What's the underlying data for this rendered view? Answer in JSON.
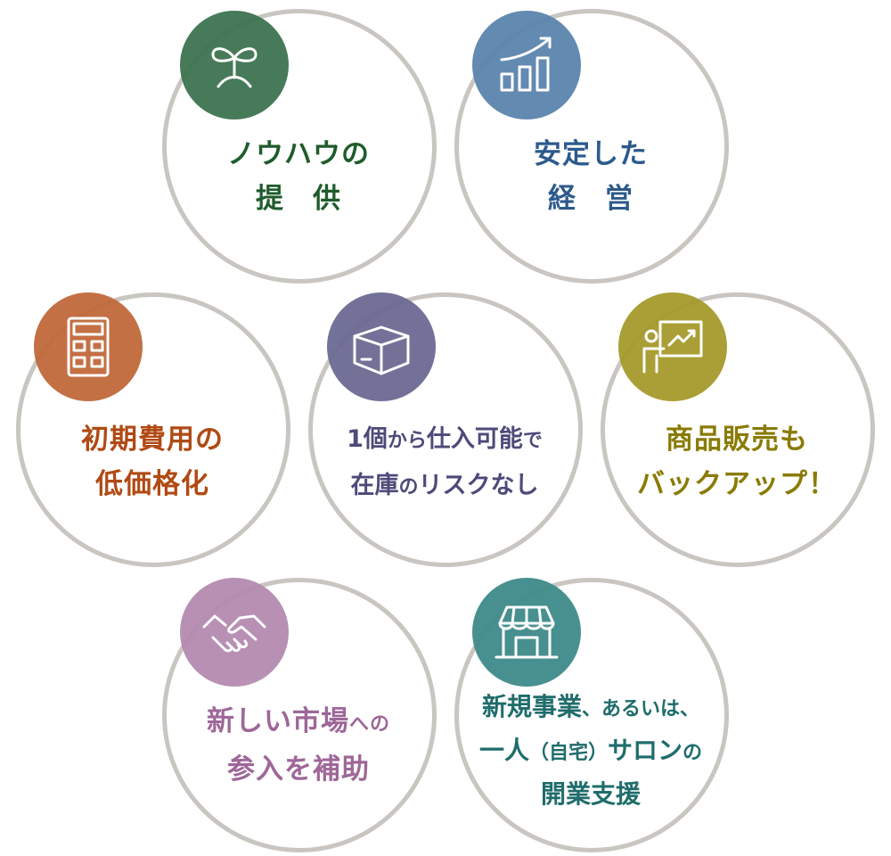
{
  "ring_color": "#c9c5c1",
  "items": [
    {
      "icon": "sprout-icon",
      "color": "#3d7350",
      "text_color": "#1f5c2c",
      "lines": [
        "ノウハウの",
        "提　供"
      ]
    },
    {
      "icon": "growth-chart-icon",
      "color": "#5b84ad",
      "text_color": "#2d5a8c",
      "lines": [
        "安定した",
        "経　営"
      ]
    },
    {
      "icon": "calculator-icon",
      "color": "#c0693a",
      "text_color": "#b04a14",
      "lines": [
        "初期費用の",
        "低価格化"
      ]
    },
    {
      "icon": "box-icon",
      "color": "#6c6a93",
      "text_color": "#4d4a7a",
      "line1_main": "1個",
      "line1_small": "から",
      "line1_main2": "仕入可能",
      "line1_small2": "で",
      "line2_main": "在庫",
      "line2_small": "の",
      "line2_main2": "リスクなし"
    },
    {
      "icon": "presentation-icon",
      "color": "#a69a2c",
      "text_color": "#8a7b06",
      "lines": [
        "商品販売も",
        "バックアップ！"
      ]
    },
    {
      "icon": "handshake-icon",
      "color": "#b48bb0",
      "text_color": "#9e6798",
      "line1_main": "新しい市場",
      "line1_small": "への",
      "line2": "参入を補助"
    },
    {
      "icon": "storefront-icon",
      "color": "#3f8b8a",
      "text_color": "#1f6d6b",
      "line1_main": "新規事業",
      "line1_small": "、あるいは、",
      "line2_main": "一人",
      "line2_small": "（自宅）",
      "line2_main2": "サロン",
      "line2_small2": "の",
      "line3": "開業支援"
    }
  ]
}
